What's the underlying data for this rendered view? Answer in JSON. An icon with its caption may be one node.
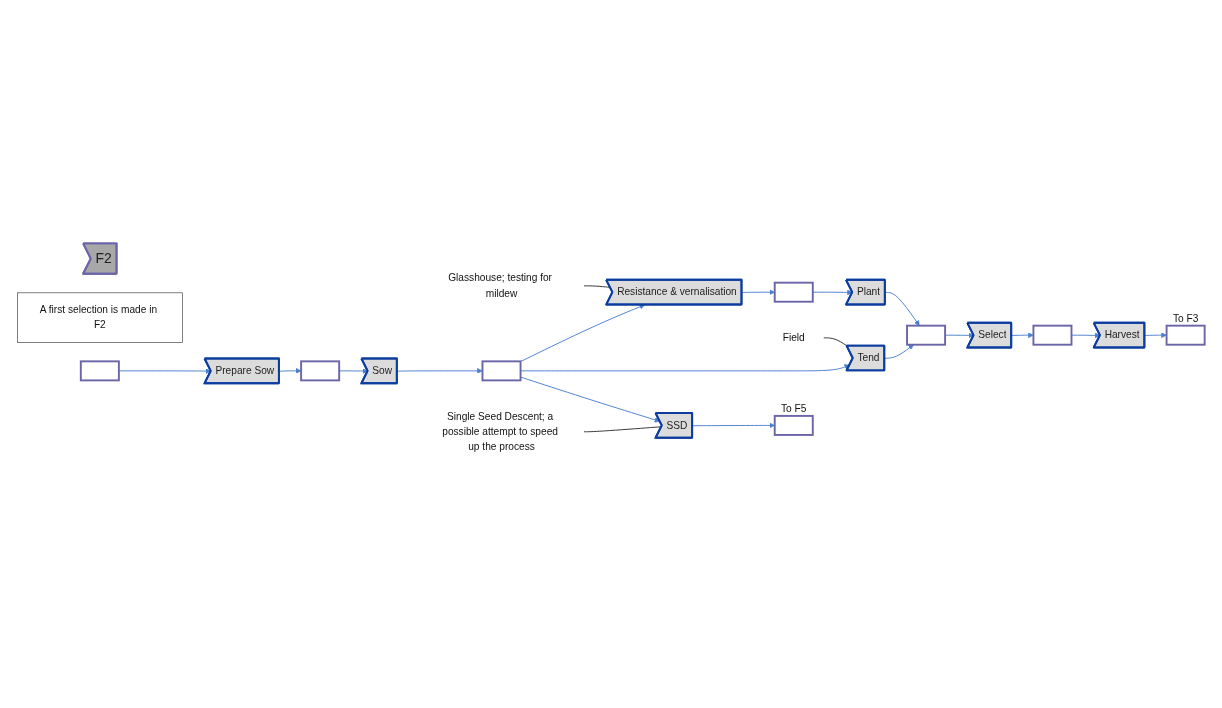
{
  "diagram": {
    "nodes": [
      {
        "text": [
          "F2"
        ]
      },
      {
        "text": [
          "A first selection is made in F2"
        ]
      },
      {
        "text": [
          "Glasshouse; testing for mildew"
        ]
      },
      {
        "text": [],
        "shape": "box"
      },
      {
        "text": [
          "Prepare Sow"
        ]
      },
      {
        "text": [],
        "shape": "box"
      },
      {
        "text": [
          "Sow"
        ]
      },
      {
        "text": [],
        "shape": "box"
      },
      {
        "text": [
          "Resistance & vernalisation"
        ]
      },
      {
        "text": [],
        "shape": "box"
      },
      {
        "text": [
          "Plant"
        ]
      },
      {
        "text": [],
        "shape": "box"
      },
      {
        "text": [
          "Select"
        ]
      },
      {
        "text": [],
        "shape": "box"
      },
      {
        "text": [
          "Harvest"
        ]
      },
      {
        "text": [],
        "shape": "box",
        "beside": [
          "To F3"
        ]
      },
      {
        "text": [
          "Tend"
        ]
      },
      {
        "text": [
          "Field"
        ]
      },
      {
        "text": [
          "SSD"
        ]
      },
      {
        "text": [],
        "shape": "box",
        "beside": [
          "To F5"
        ]
      },
      {
        "text": [
          "Single Seed Descent; a possible attempt to speed up the process"
        ]
      }
    ],
    "edges": [
      {
        "from": 3,
        "to": 4,
        "arrow": "to"
      },
      {
        "from": 4,
        "to": 5,
        "arrow": "to"
      },
      {
        "from": 5,
        "to": 6,
        "arrow": "to"
      },
      {
        "from": 6,
        "to": 7,
        "arrow": "to"
      },
      {
        "from": 7,
        "to": 8,
        "arrow": "to"
      },
      {
        "from": 7,
        "to": 16,
        "arrow": "to"
      },
      {
        "from": 7,
        "to": 18,
        "arrow": "to"
      },
      {
        "from": 8,
        "to": 9,
        "arrow": "to"
      },
      {
        "from": 9,
        "to": 10,
        "arrow": "to"
      },
      {
        "from": 10,
        "to": 11,
        "arrow": "to"
      },
      {
        "from": 16,
        "to": 11,
        "arrow": "to"
      },
      {
        "from": 11,
        "to": 12,
        "arrow": "to"
      },
      {
        "from": 12,
        "to": 13,
        "arrow": "to"
      },
      {
        "from": 13,
        "to": 14,
        "arrow": "to"
      },
      {
        "from": 14,
        "to": 15,
        "arrow": "to"
      },
      {
        "from": 18,
        "to": 19,
        "arrow": "to"
      },
      {
        "from": 2,
        "to": 8,
        "arrow": "none",
        "color": "#333333"
      },
      {
        "from": 17,
        "to": 16,
        "arrow": "none",
        "color": "#333333"
      },
      {
        "from": 20,
        "to": 18,
        "arrow": "none",
        "color": "#333333"
      }
    ]
  }
}
